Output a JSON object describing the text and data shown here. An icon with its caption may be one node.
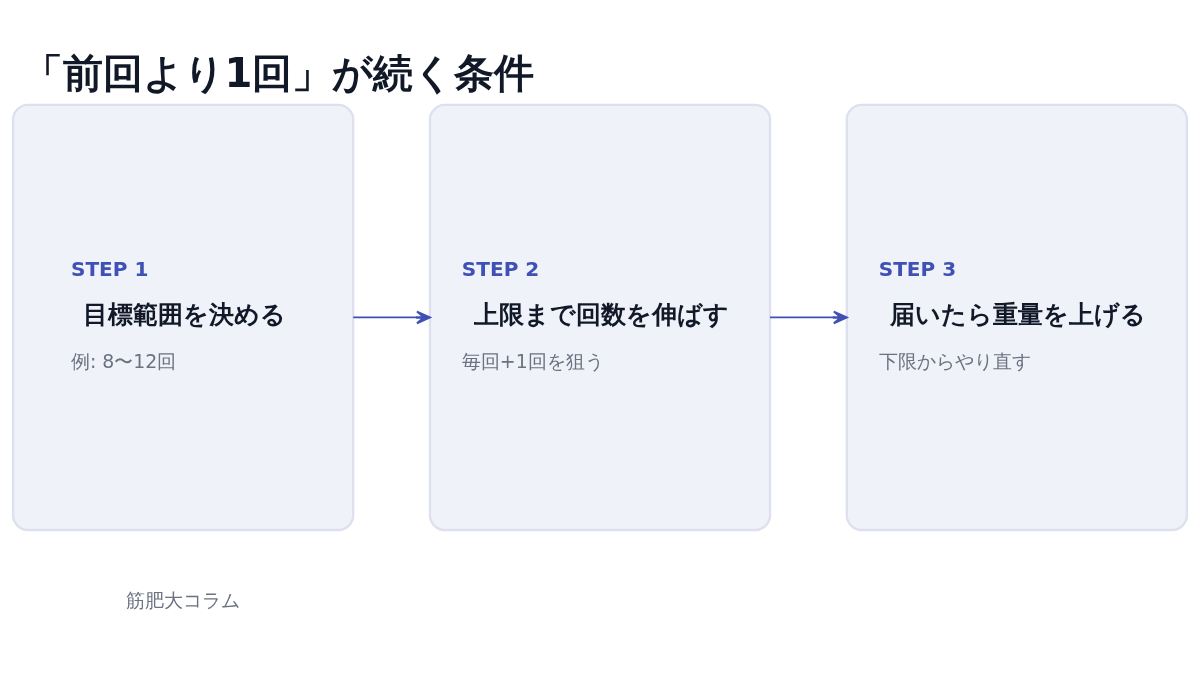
{
  "diagram": {
    "title": "「前回より1回」が続く条件",
    "nodes": [
      {
        "text": [
          "STEP 1",
          "目標範囲を決める",
          "例: 8〜12回"
        ]
      },
      {
        "text": [
          "STEP 2",
          "上限まで回数を伸ばす",
          "毎回+1回を狙う"
        ]
      },
      {
        "text": [
          "STEP 3",
          "届いたら重量を上げる",
          "下限からやり直す"
        ]
      }
    ],
    "edges": [
      {
        "from": 0,
        "to": 1,
        "arrow": "to"
      },
      {
        "from": 1,
        "to": 2,
        "arrow": "to"
      }
    ],
    "labels": [
      "筋肥大コラム"
    ]
  }
}
